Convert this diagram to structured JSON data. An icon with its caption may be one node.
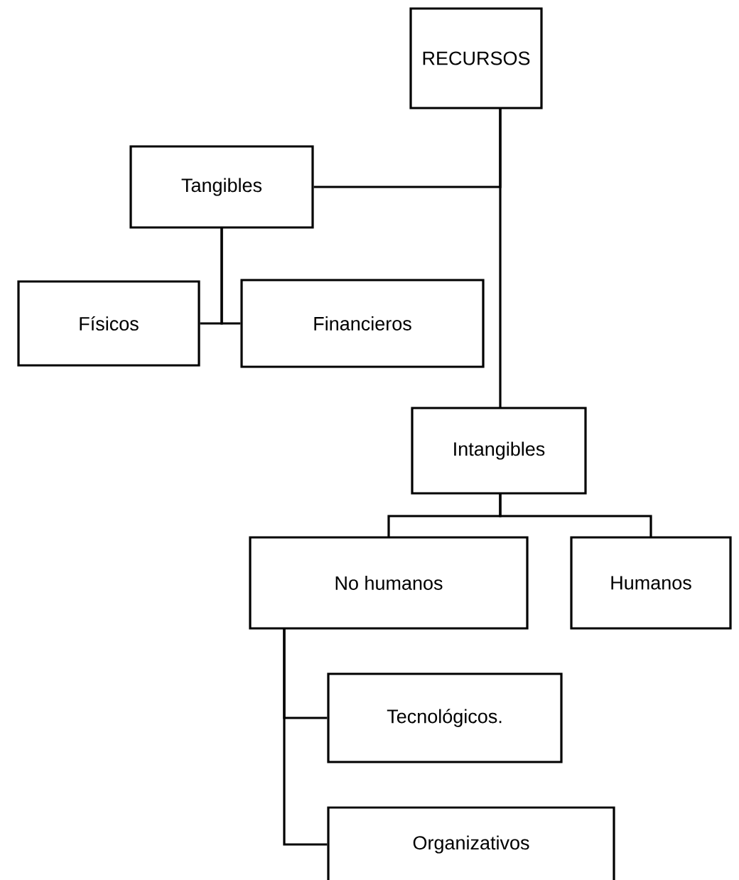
{
  "diagram": {
    "nodes": [
      {
        "text": [
          "RECURSOS"
        ]
      },
      {
        "text": [
          "Tangibles"
        ]
      },
      {
        "text": [
          "Físicos"
        ]
      },
      {
        "text": [
          "Financieros"
        ]
      },
      {
        "text": [
          "Intangibles"
        ]
      },
      {
        "text": [
          "No humanos"
        ]
      },
      {
        "text": [
          "Humanos"
        ]
      },
      {
        "text": [
          "Tecnológicos."
        ]
      },
      {
        "text": [
          "Organizativos"
        ]
      }
    ],
    "edges": [
      {
        "from": 0,
        "to": 1,
        "arrow": "none"
      },
      {
        "from": 0,
        "to": 4,
        "arrow": "none"
      },
      {
        "from": 1,
        "to": 2,
        "arrow": "none"
      },
      {
        "from": 1,
        "to": 3,
        "arrow": "none"
      },
      {
        "from": 4,
        "to": 5,
        "arrow": "none"
      },
      {
        "from": 4,
        "to": 6,
        "arrow": "none"
      },
      {
        "from": 5,
        "to": 7,
        "arrow": "none"
      },
      {
        "from": 5,
        "to": 8,
        "arrow": "none"
      }
    ]
  }
}
